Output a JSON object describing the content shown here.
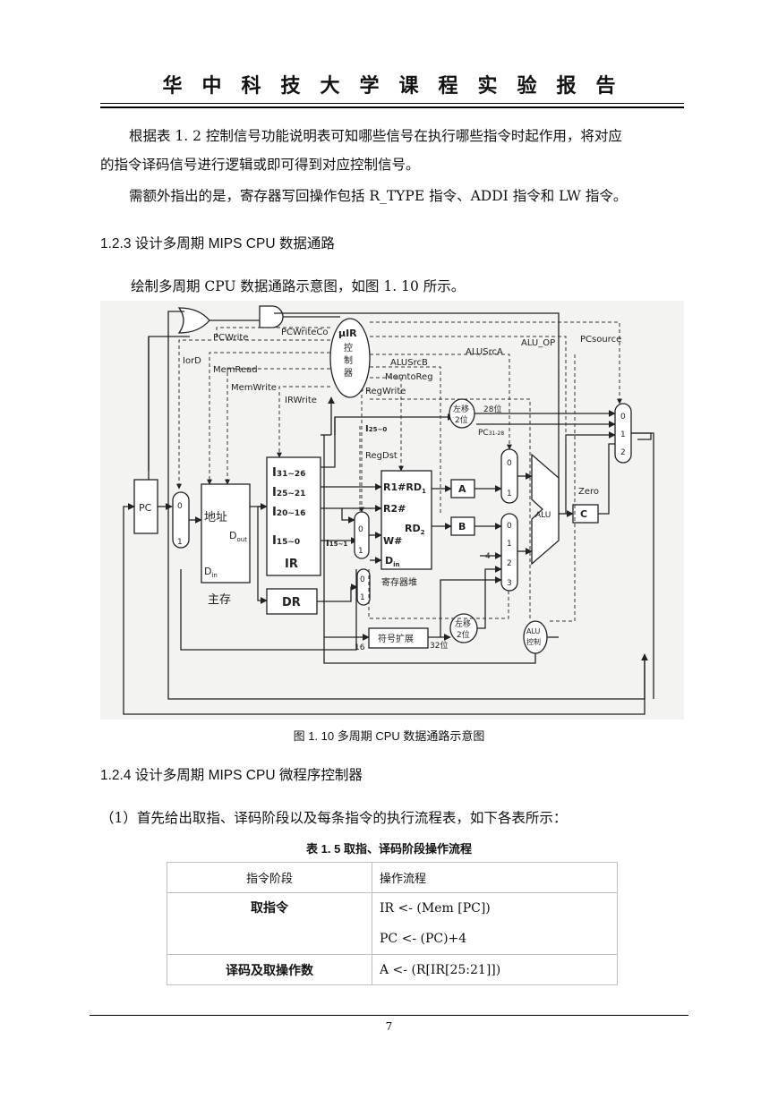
{
  "header": {
    "title": "华中科技大学课程实验报告"
  },
  "body": {
    "p1_line1": "根据表 1. 2  控制信号功能说明表可知哪些信号在执行哪些指令时起作用，将对应",
    "p1_line2": "的指令译码信号进行逻辑或即可得到对应控制信号。",
    "p2": "需额外指出的是，寄存器写回操作包括 R_TYPE 指令、ADDI 指令和 LW 指令。",
    "sec_123": "1.2.3   设计多周期 MIPS CPU 数据通路",
    "p3": "绘制多周期 CPU 数据通路示意图，如图 1. 10 所示。",
    "fig_caption": "图 1.  10  多周期 CPU 数据通路示意图",
    "sec_124": "1.2.4   设计多周期 MIPS CPU 微程序控制器",
    "p4": "（1）首先给出取指、译码阶段以及每条指令的执行流程表，如下各表所示：",
    "table_caption": "表 1.  5  取指、译码阶段操作流程"
  },
  "figure": {
    "signals": {
      "pcwrite": "PCWrite",
      "pcwritecond": "PCWriteCo",
      "iord": "IorD",
      "memread": "MemRead",
      "memwrite": "MemWrite",
      "irwrite": "IRWrite",
      "regwrite": "RegWrite",
      "memtoreg": "MemtoReg",
      "alusrcb": "ALUSrcB",
      "alusrca": "ALUSrcA",
      "aluop": "ALU_OP",
      "pcsource": "PCsource",
      "regdst": "RegDst",
      "zero": "Zero"
    },
    "blocks": {
      "pc": "PC",
      "mem_addr": "地址",
      "mem_dout": "D",
      "mem_dout_sub": "out",
      "mem_din": "D",
      "mem_din_sub": "in",
      "mem_name": "主存",
      "ir_f1": "I",
      "ir_f1_sub": "31~26",
      "ir_f2": "I",
      "ir_f2_sub": "25~21",
      "ir_f3": "I",
      "ir_f3_sub": "20~16",
      "ir_f4": "I",
      "ir_f4_sub": "15~0",
      "ir_name": "IR",
      "dr": "DR",
      "rf_r1": "R1#",
      "rf_rd1": "RD",
      "rf_rd1_sub": "1",
      "rf_r2": "R2#",
      "rf_rd2": "RD",
      "rf_rd2_sub": "2",
      "rf_w": "W#",
      "rf_din": "D",
      "rf_din_sub": "in",
      "rf_name": "寄存器堆",
      "reg_a": "A",
      "reg_b": "B",
      "reg_c": "C",
      "alu": "ALU",
      "uir_l1": "μIR",
      "uir_l2": "控",
      "uir_l3": "制",
      "uir_l4": "器",
      "shift1_l1": "左移",
      "shift1_l2": "2位",
      "shift2_l1": "左移",
      "shift2_l2": "2位",
      "alu_ctrl_l1": "ALU",
      "alu_ctrl_l2": "控制",
      "sign_ext": "符号扩展",
      "i25": "I",
      "i25_sub": "25~0",
      "i15": "I",
      "i15_sub": "15~1",
      "bits28": "28位",
      "pc31": "PC",
      "pc31_sub": "31-28",
      "bits32": "32位",
      "n16": "16",
      "n4": "4",
      "m0": "0",
      "m1": "1",
      "m2": "2",
      "m3": "3"
    }
  },
  "table": {
    "headers": [
      "指令阶段",
      "操作流程"
    ],
    "rows": [
      {
        "stage": "取指令",
        "ops": [
          "IR <- (Mem [PC])",
          "PC <- (PC)+4"
        ]
      },
      {
        "stage": "译码及取操作数",
        "ops": [
          "A <- (R[IR[25:21]])"
        ]
      }
    ]
  },
  "footer": {
    "page_number": "7"
  }
}
